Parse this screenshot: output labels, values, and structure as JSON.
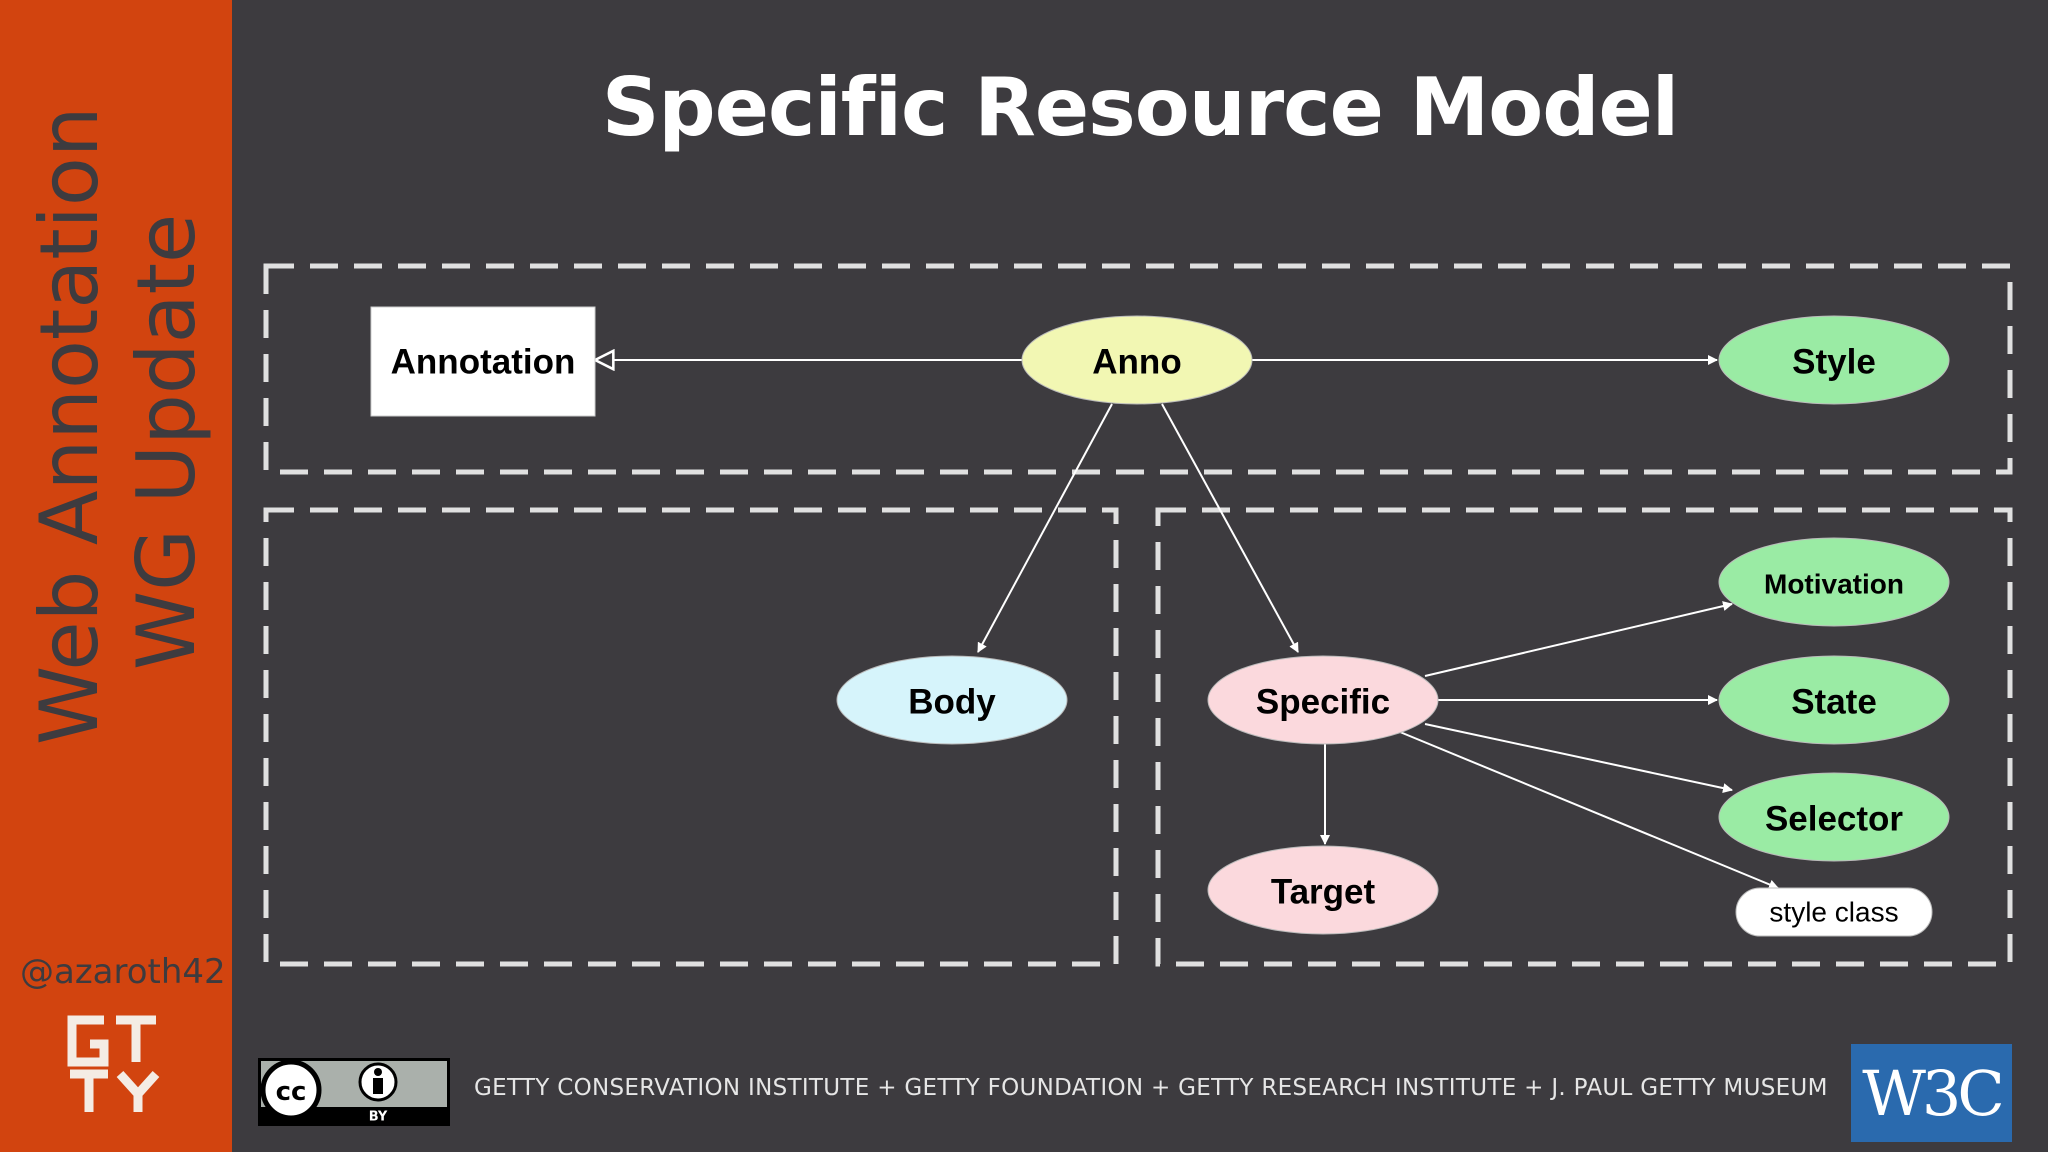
{
  "slide": {
    "title": "Specific Resource Model",
    "sidebar": {
      "line1": "Web Annotation",
      "line2": "WG Update",
      "handle": "@azaroth42",
      "logo_text": "GETTY",
      "logo_icon": "getty-logo"
    },
    "footer": {
      "text": "GETTY CONSERVATION INSTITUTE + GETTY FOUNDATION + GETTY RESEARCH INSTITUTE + J. PAUL GETTY MUSEUM",
      "license_badge": {
        "icon": "cc-by-icon",
        "label": "BY"
      },
      "w3c_logo": "W3C"
    }
  },
  "colors": {
    "sidebar": "#d2440f",
    "background": "#3d3b3f",
    "anno_fill": "#f2f7b3",
    "body_fill": "#d6f4fb",
    "specific_fill": "#fbd9dd",
    "target_fill": "#fbd9dd",
    "property_fill": "#9aeba4",
    "w3c_blue": "#2a6aae"
  },
  "diagram": {
    "nodes": {
      "annotation": {
        "label": "Annotation",
        "shape": "rect"
      },
      "anno": {
        "label": "Anno",
        "shape": "ellipse"
      },
      "style": {
        "label": "Style",
        "shape": "ellipse"
      },
      "body": {
        "label": "Body",
        "shape": "ellipse"
      },
      "specific": {
        "label": "Specific",
        "shape": "ellipse"
      },
      "motivation": {
        "label": "Motivation",
        "shape": "ellipse"
      },
      "state": {
        "label": "State",
        "shape": "ellipse"
      },
      "selector": {
        "label": "Selector",
        "shape": "ellipse"
      },
      "target": {
        "label": "Target",
        "shape": "ellipse"
      },
      "style_class": {
        "label": "style class",
        "shape": "pill"
      }
    },
    "edges": [
      {
        "from": "anno",
        "to": "annotation",
        "arrow": "hollow"
      },
      {
        "from": "anno",
        "to": "style",
        "arrow": "filled"
      },
      {
        "from": "anno",
        "to": "body",
        "arrow": "filled"
      },
      {
        "from": "anno",
        "to": "specific",
        "arrow": "filled"
      },
      {
        "from": "specific",
        "to": "motivation",
        "arrow": "filled"
      },
      {
        "from": "specific",
        "to": "state",
        "arrow": "filled"
      },
      {
        "from": "specific",
        "to": "selector",
        "arrow": "filled"
      },
      {
        "from": "specific",
        "to": "style_class",
        "arrow": "filled"
      },
      {
        "from": "specific",
        "to": "target",
        "arrow": "filled"
      }
    ]
  }
}
